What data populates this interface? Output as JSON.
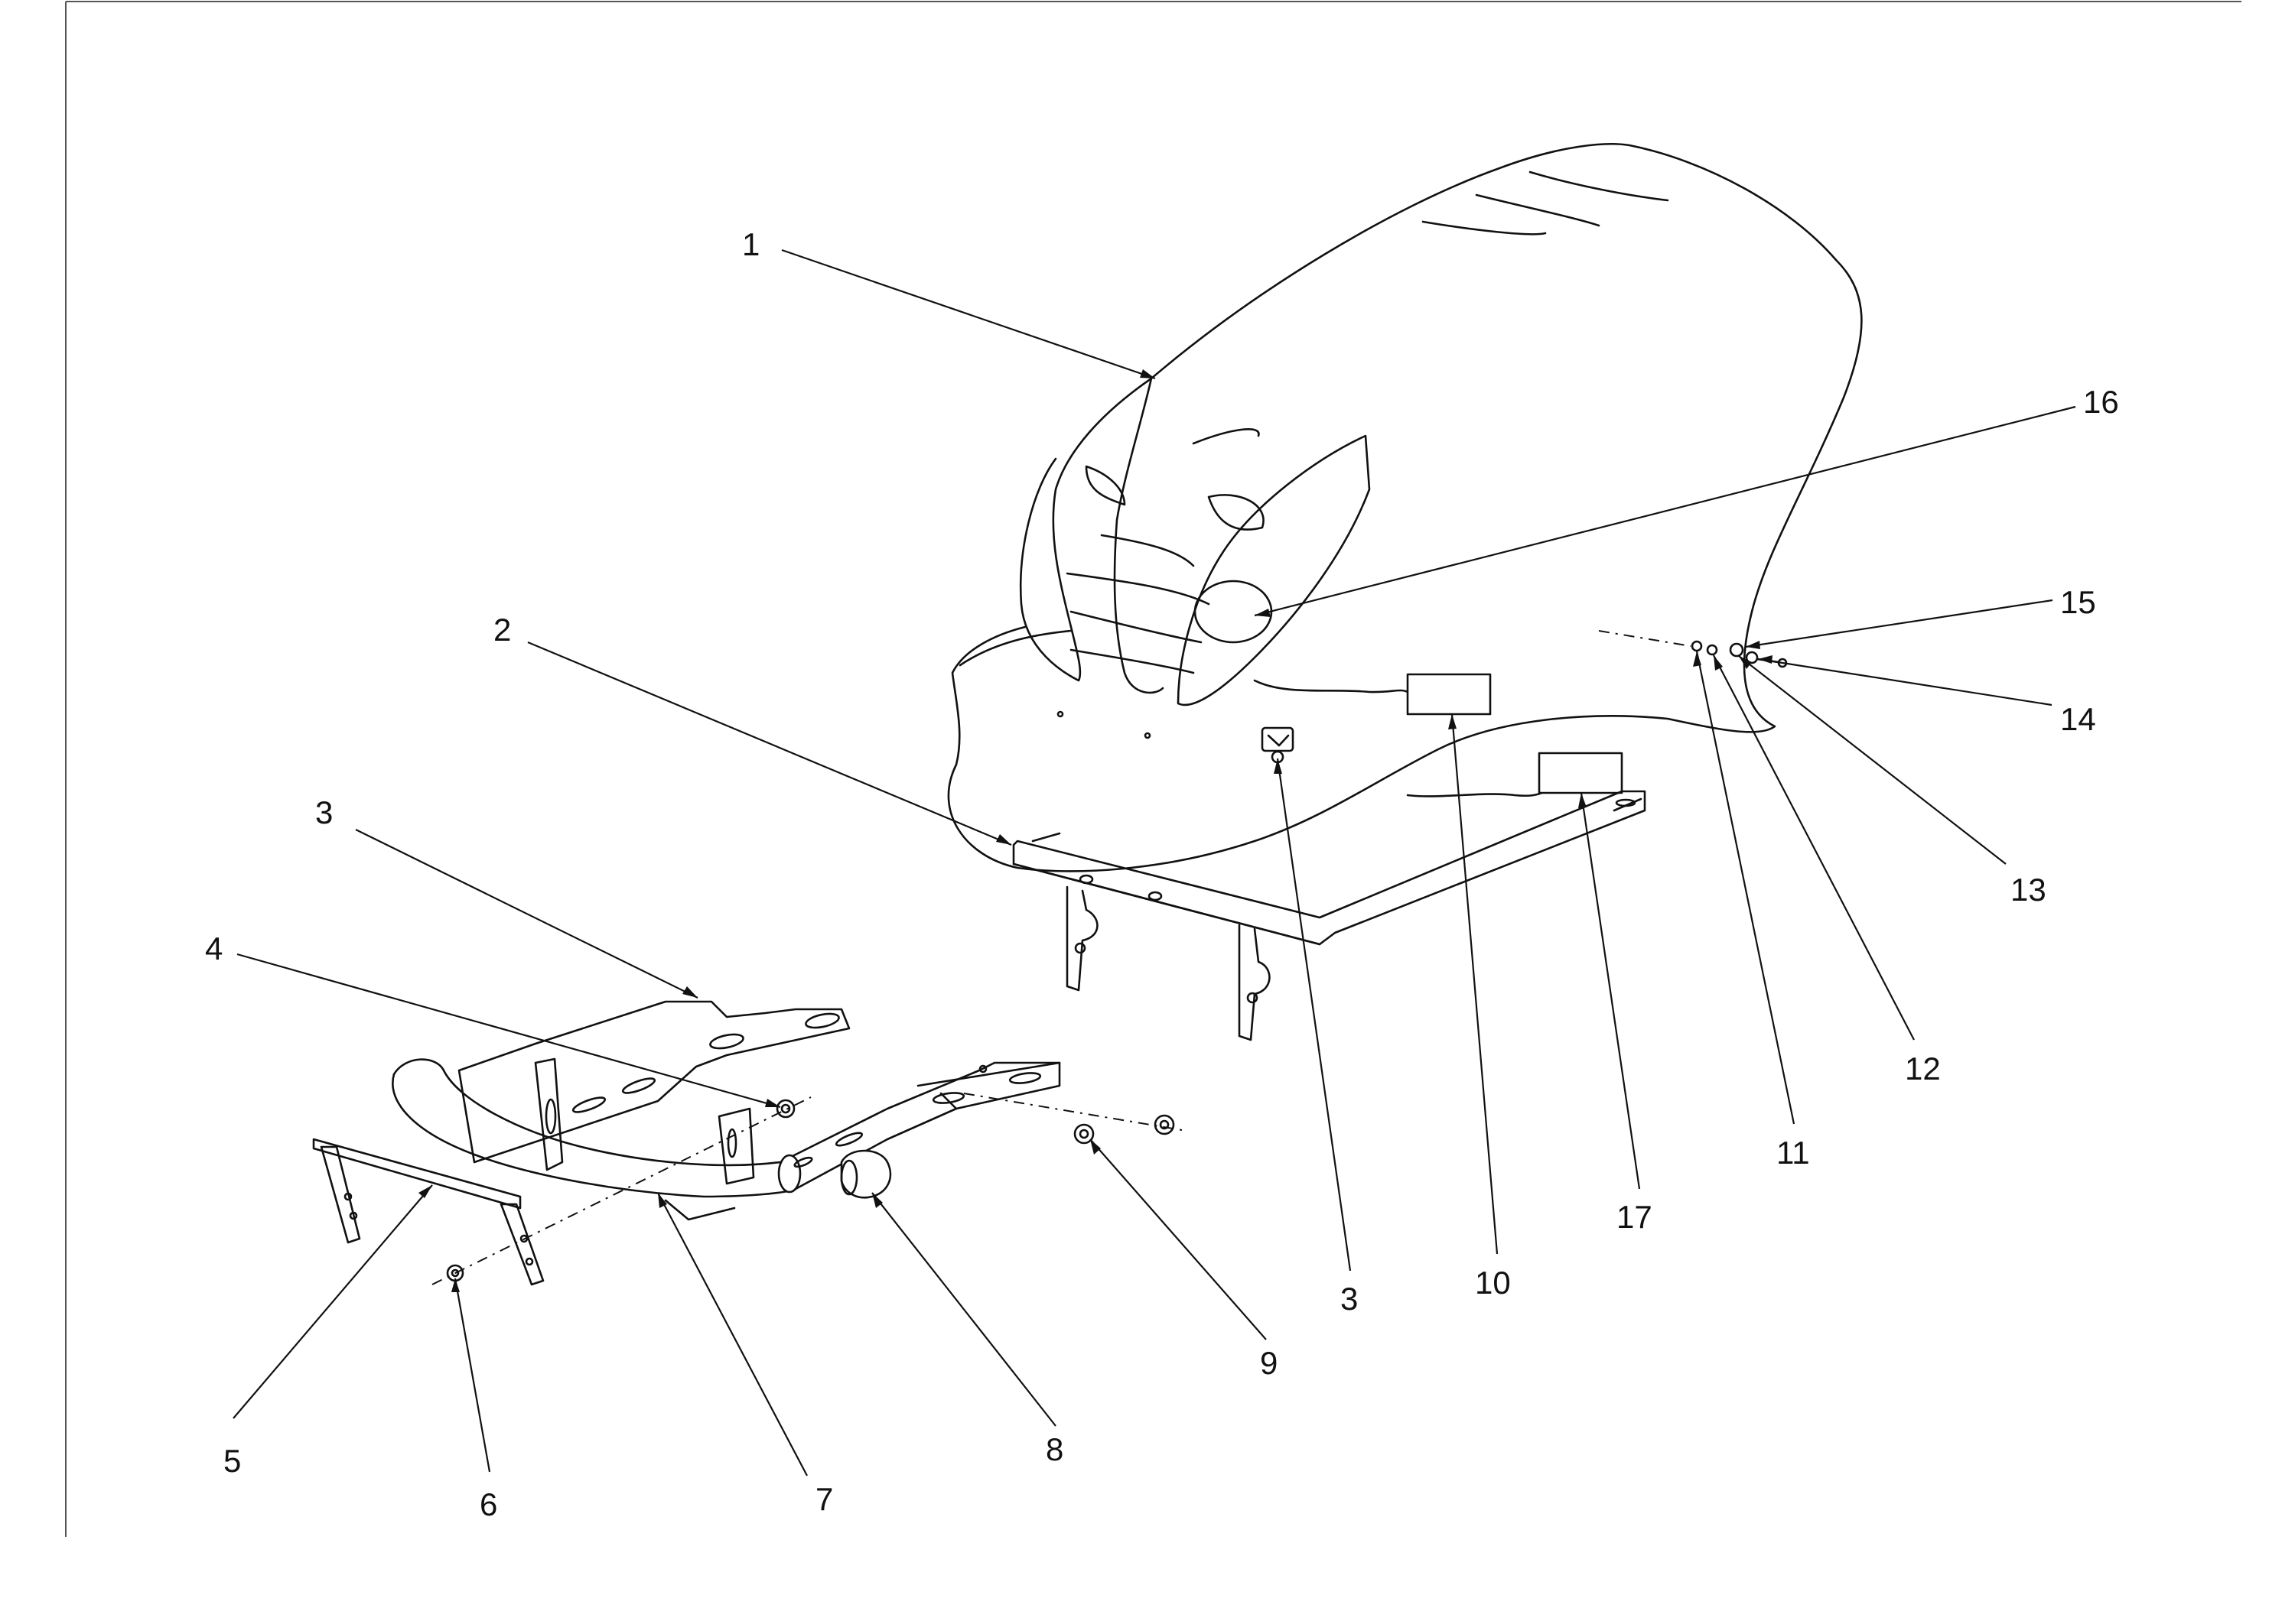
{
  "diagram": {
    "callouts": [
      {
        "id": "c1",
        "label": "1"
      },
      {
        "id": "c2",
        "label": "2"
      },
      {
        "id": "c3a",
        "label": "3"
      },
      {
        "id": "c4",
        "label": "4"
      },
      {
        "id": "c5",
        "label": "5"
      },
      {
        "id": "c6",
        "label": "6"
      },
      {
        "id": "c7",
        "label": "7"
      },
      {
        "id": "c8",
        "label": "8"
      },
      {
        "id": "c9",
        "label": "9"
      },
      {
        "id": "c3b",
        "label": "3"
      },
      {
        "id": "c10",
        "label": "10"
      },
      {
        "id": "c17",
        "label": "17"
      },
      {
        "id": "c11",
        "label": "11"
      },
      {
        "id": "c12",
        "label": "12"
      },
      {
        "id": "c13",
        "label": "13"
      },
      {
        "id": "c14",
        "label": "14"
      },
      {
        "id": "c15",
        "label": "15"
      },
      {
        "id": "c16",
        "label": "16"
      }
    ]
  },
  "colors": {
    "line": "#111111",
    "background": "#ffffff",
    "frame": "#555555"
  }
}
